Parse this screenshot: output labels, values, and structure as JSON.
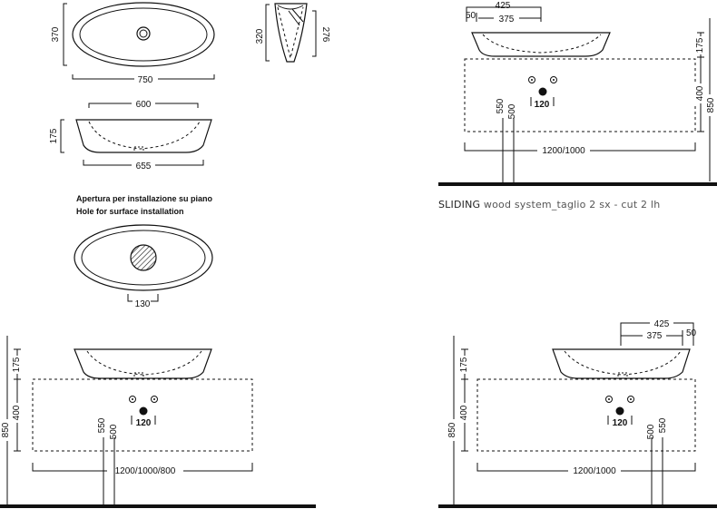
{
  "caption": {
    "prefix": "SLIDING",
    "rest": " wood system_taglio 2 sx - cut 2 lh"
  },
  "top_left": {
    "top_view": {
      "width": "750",
      "depth": "370"
    },
    "side_view": {
      "outer": "320",
      "inner": "276"
    },
    "front_view": {
      "top_width": "600",
      "height": "175",
      "base_width": "655"
    }
  },
  "installation": {
    "title_it": "Apertura per installazione su piano",
    "title_en": "Hole for surface installation",
    "hole": "130"
  },
  "top_right": {
    "d425": "425",
    "d50": "50",
    "d375": "375",
    "d175": "175",
    "d400": "400",
    "d850": "850",
    "d550": "550",
    "d500": "500",
    "d120": "120",
    "width": "1200/1000"
  },
  "bottom_left": {
    "d175": "175",
    "d400": "400",
    "d850": "850",
    "d550": "550",
    "d500": "500",
    "d120": "120",
    "width": "1200/1000/800"
  },
  "bottom_right": {
    "d425": "425",
    "d50": "50",
    "d375": "375",
    "d175": "175",
    "d400": "400",
    "d850": "850",
    "d500": "500",
    "d550": "550",
    "d120": "120",
    "width": "1200/1000"
  }
}
